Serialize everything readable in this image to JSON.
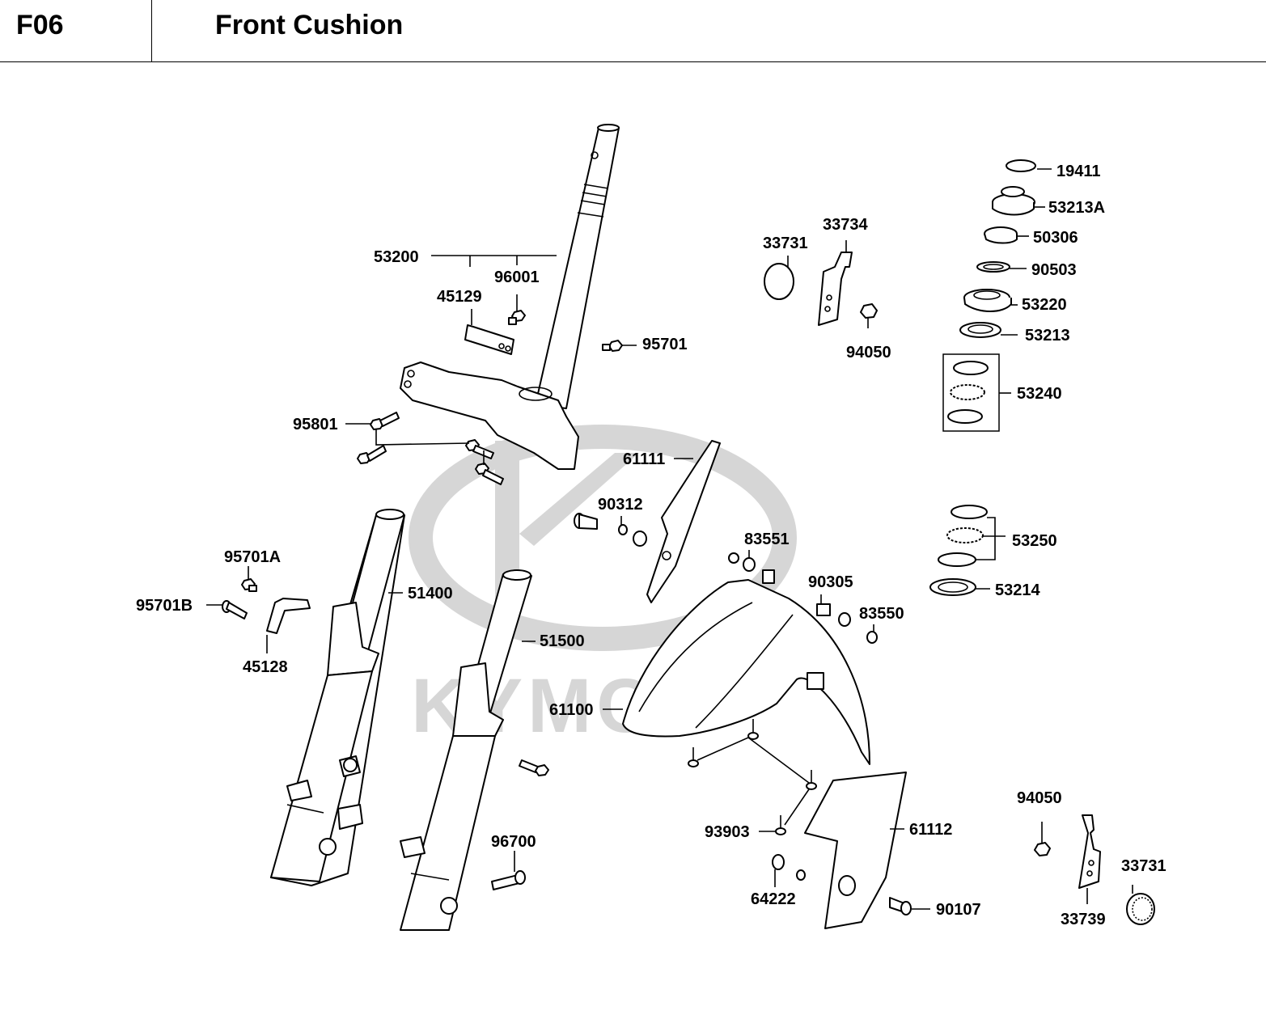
{
  "header": {
    "section_code": "F06",
    "title": "Front Cushion"
  },
  "watermark": {
    "brand": "KYMCO",
    "color": "#d6d6d6"
  },
  "parts": [
    {
      "id": "19411"
    },
    {
      "id": "53213A"
    },
    {
      "id": "50306"
    },
    {
      "id": "90503"
    },
    {
      "id": "53220"
    },
    {
      "id": "53213"
    },
    {
      "id": "53240"
    },
    {
      "id": "53250"
    },
    {
      "id": "53214"
    },
    {
      "id": "33731"
    },
    {
      "id": "33734"
    },
    {
      "id": "94050"
    },
    {
      "id": "53200"
    },
    {
      "id": "96001"
    },
    {
      "id": "45129"
    },
    {
      "id": "95701"
    },
    {
      "id": "95801"
    },
    {
      "id": "61111"
    },
    {
      "id": "90312"
    },
    {
      "id": "83551"
    },
    {
      "id": "90305"
    },
    {
      "id": "83550"
    },
    {
      "id": "95701A"
    },
    {
      "id": "95701B"
    },
    {
      "id": "45128"
    },
    {
      "id": "51400"
    },
    {
      "id": "51500"
    },
    {
      "id": "61100"
    },
    {
      "id": "96700"
    },
    {
      "id": "93903"
    },
    {
      "id": "61112"
    },
    {
      "id": "64222"
    },
    {
      "id": "90107"
    },
    {
      "id": "94050"
    },
    {
      "id": "33739"
    },
    {
      "id": "33731"
    }
  ]
}
